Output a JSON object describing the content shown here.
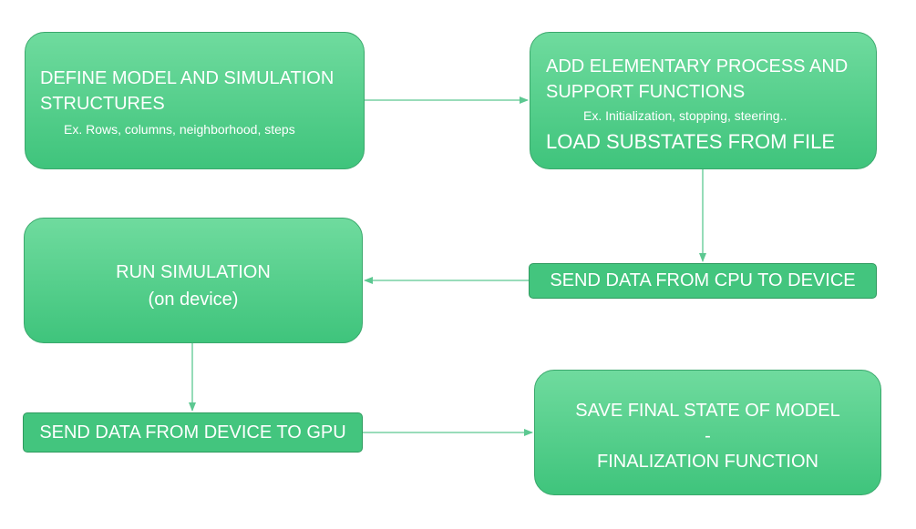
{
  "diagram": {
    "define_box": {
      "title": "DEFINE MODEL AND SIMULATION STRUCTURES",
      "example": "Ex. Rows, columns, neighborhood, steps"
    },
    "add_box": {
      "title": "ADD ELEMENTARY PROCESS AND SUPPORT FUNCTIONS",
      "example": "Ex. Initialization, stopping, steering..",
      "load": "LOAD SUBSTATES FROM FILE"
    },
    "run_box": {
      "title": "RUN SIMULATION",
      "subtitle": "(on device)"
    },
    "send_cpu_box": {
      "label": "SEND DATA FROM CPU TO DEVICE"
    },
    "send_gpu_box": {
      "label": "SEND DATA FROM DEVICE TO GPU"
    },
    "save_box": {
      "line1": "SAVE FINAL STATE OF MODEL",
      "line2": "-",
      "line3": "FINALIZATION FUNCTION"
    }
  },
  "colors": {
    "box_fill_top": "#6fdb9e",
    "box_fill_bottom": "#3fc47c",
    "arrow": "#5cc891"
  }
}
